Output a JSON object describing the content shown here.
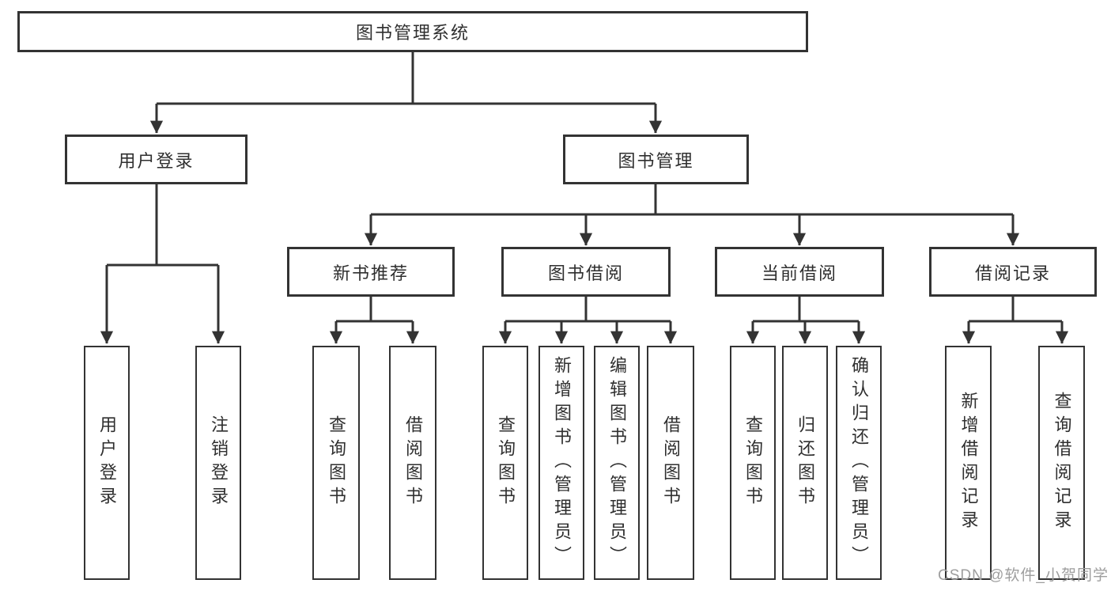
{
  "diagram": {
    "root": {
      "label": "图书管理系统"
    },
    "level2": [
      {
        "label": "用户登录"
      },
      {
        "label": "图书管理"
      }
    ],
    "level3": [
      {
        "label": "新书推荐",
        "parent": "图书管理"
      },
      {
        "label": "图书借阅",
        "parent": "图书管理"
      },
      {
        "label": "当前借阅",
        "parent": "图书管理"
      },
      {
        "label": "借阅记录",
        "parent": "图书管理"
      }
    ],
    "leaves": [
      {
        "label": "用户登录",
        "parent": "用户登录"
      },
      {
        "label": "注销登录",
        "parent": "用户登录"
      },
      {
        "label": "查询图书",
        "parent": "新书推荐"
      },
      {
        "label": "借阅图书",
        "parent": "新书推荐"
      },
      {
        "label": "查询图书",
        "parent": "图书借阅"
      },
      {
        "label": "新增图书（管理员）",
        "parent": "图书借阅"
      },
      {
        "label": "编辑图书（管理员）",
        "parent": "图书借阅"
      },
      {
        "label": "借阅图书",
        "parent": "图书借阅"
      },
      {
        "label": "查询图书",
        "parent": "当前借阅"
      },
      {
        "label": "归还图书",
        "parent": "当前借阅"
      },
      {
        "label": "确认归还（管理员）",
        "parent": "当前借阅"
      },
      {
        "label": "新增借阅记录",
        "parent": "借阅记录"
      },
      {
        "label": "查询借阅记录",
        "parent": "借阅记录"
      }
    ],
    "colors": {
      "line": "#333333",
      "box_border": "#333333",
      "box_background": "#ffffff",
      "text": "#2f2f2f",
      "page_background": "#ffffff"
    }
  },
  "watermark": {
    "text": "CSDN @软件_小贺同学",
    "color": "#9e9e9e"
  }
}
